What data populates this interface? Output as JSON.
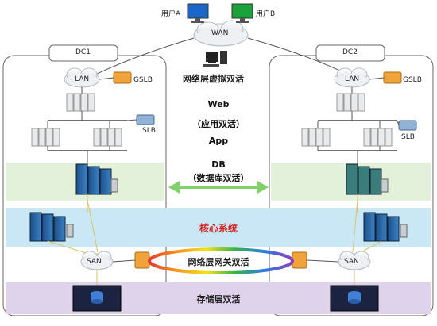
{
  "users": {
    "user_a": "用户A",
    "user_b": "用户B"
  },
  "wan": "WAN",
  "dc1": {
    "label": "DC1",
    "lan": "LAN",
    "gslb": "GSLB",
    "slb": "SLB",
    "san": "SAN"
  },
  "dc2": {
    "label": "DC2",
    "lan": "LAN",
    "gslb": "GSLB",
    "slb": "SLB",
    "san": "SAN"
  },
  "center": {
    "network_virtual_dual_active": "网络层虚拟双活",
    "web": "Web",
    "app_dual_active": "（应用双活）",
    "app": "App",
    "db": "DB",
    "db_dual_active": "（数据库双活）"
  },
  "bands": {
    "core_system": "核心系统",
    "network_gateway_dual_active": "网络层网关双活",
    "storage_dual_active": "存储层双活"
  },
  "colors": {
    "green_band": "#e3f0da",
    "blue_band": "#c9e7f4",
    "purple_band": "#ded3ea",
    "core_text": "#d62020"
  }
}
